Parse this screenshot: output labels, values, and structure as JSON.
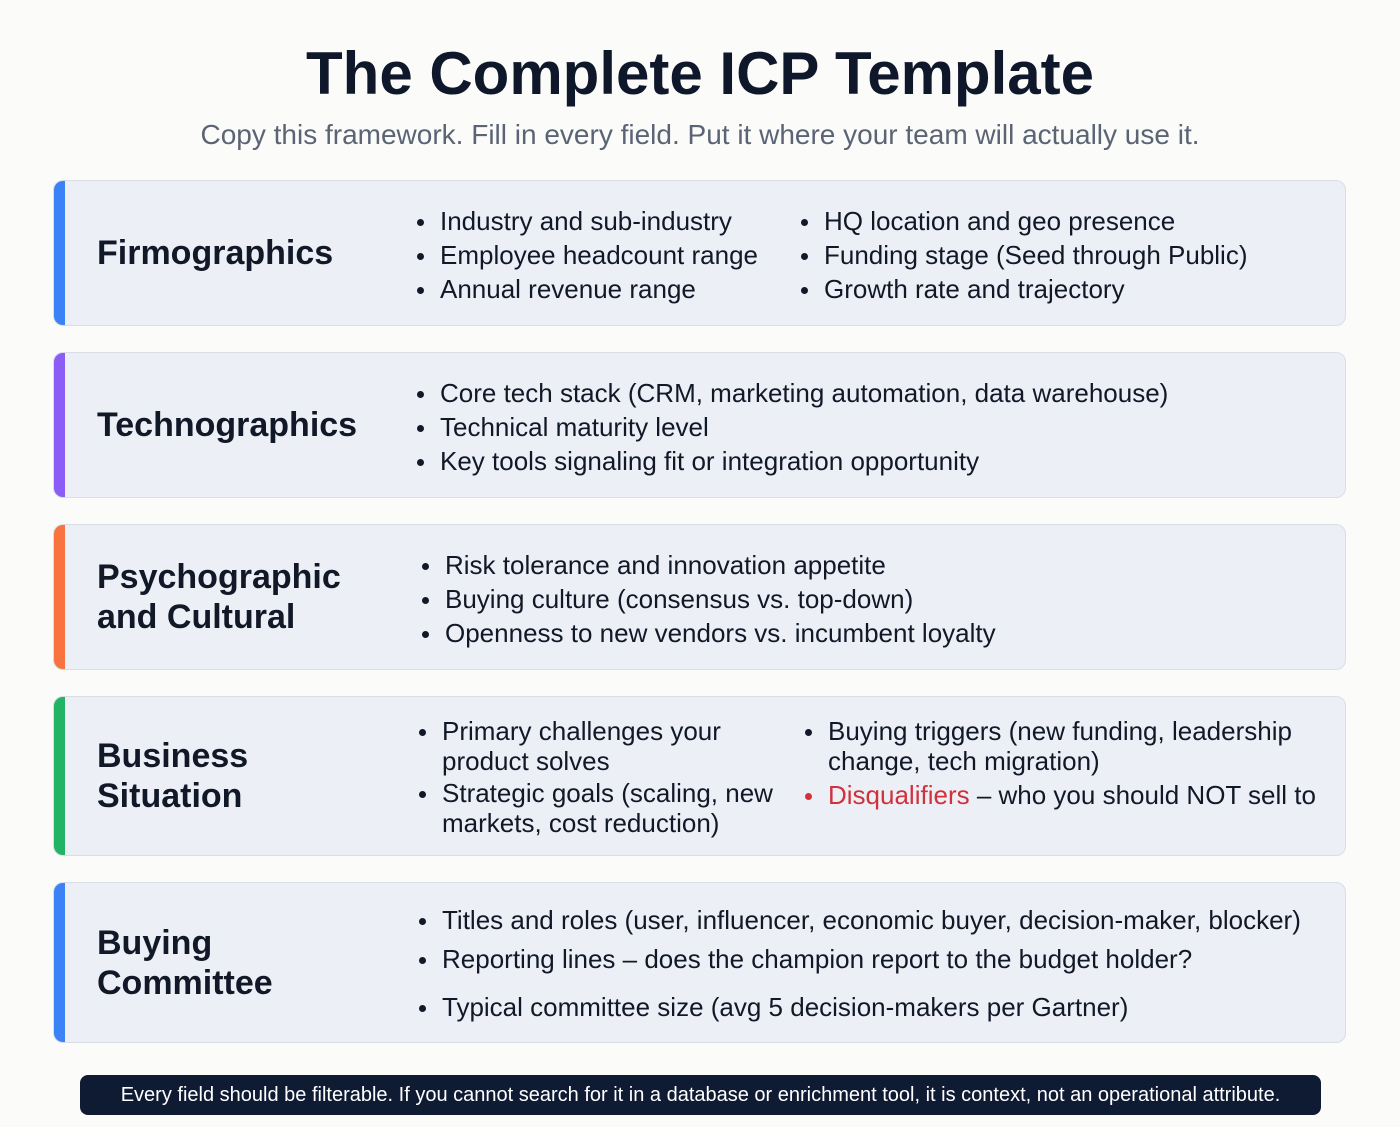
{
  "header": {
    "title": "The Complete ICP Template",
    "subtitle": "Copy this framework. Fill in every field. Put it where your team will actually use it."
  },
  "sections": [
    {
      "label": "Firmographics",
      "accent_color": "#3b82f6",
      "columns": [
        [
          "Industry and sub-industry",
          "Employee headcount range",
          "Annual revenue range"
        ],
        [
          "HQ location and geo presence",
          "Funding stage (Seed through Public)",
          "Growth rate and trajectory"
        ]
      ]
    },
    {
      "label": "Technographics",
      "accent_color": "#8b5cf6",
      "columns": [
        [
          "Core tech stack (CRM, marketing automation, data warehouse)",
          "Technical maturity level",
          "Key tools signaling fit or integration opportunity"
        ]
      ]
    },
    {
      "label_line1": "Psychographic",
      "label_line2": "and Cultural",
      "accent_color": "#f97340",
      "columns": [
        [
          "Risk tolerance and innovation appetite",
          "Buying culture (consensus vs. top-down)",
          "Openness to new vendors vs. incumbent loyalty"
        ]
      ]
    },
    {
      "label_line1": "Business",
      "label_line2": "Situation",
      "accent_color": "#22b364",
      "columns": [
        [
          "Primary challenges your product solves",
          "Strategic goals (scaling, new markets, cost reduction)"
        ],
        [
          "Buying triggers (new funding, leadership change, tech migration)"
        ]
      ],
      "disqualifier": {
        "highlight": "Disqualifiers",
        "rest": " – who you should NOT sell to",
        "color": "#d0323c"
      }
    },
    {
      "label_line1": "Buying",
      "label_line2": "Committee",
      "accent_color": "#3b82f6",
      "columns": [
        [
          "Titles and roles (user, influencer, economic buyer, decision-maker, blocker)",
          "Reporting lines – does the champion report to the budget holder?",
          "Typical committee size (avg 5 decision-makers per Gartner)"
        ]
      ]
    }
  ],
  "footer": {
    "note": "Every field should be filterable. If you cannot search for it in a database or enrichment tool, it is context, not an operational attribute."
  }
}
